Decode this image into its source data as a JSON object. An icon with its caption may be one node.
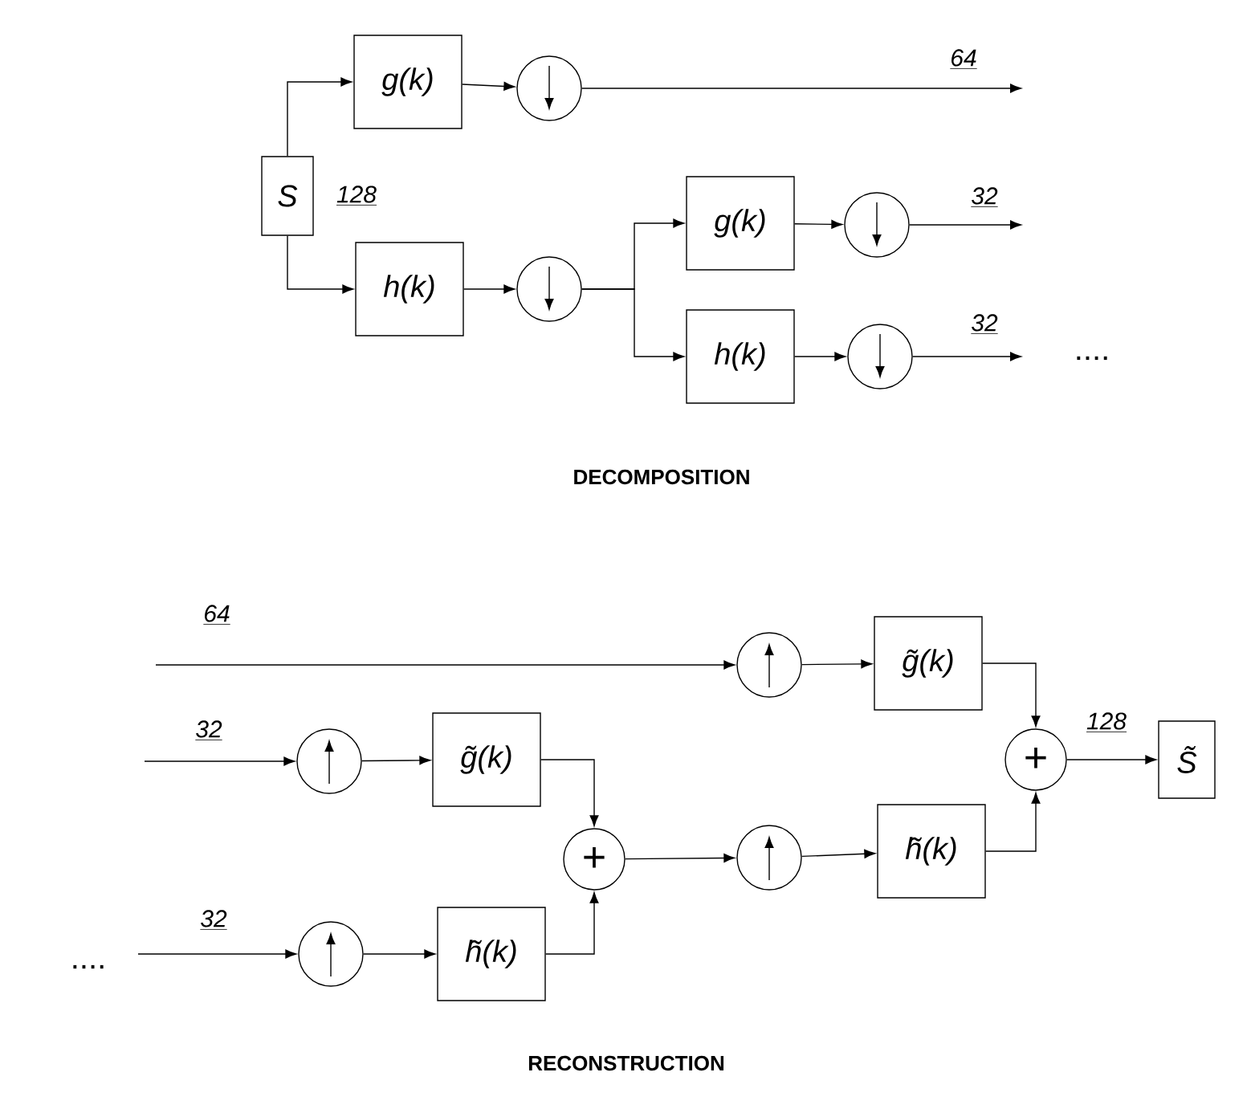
{
  "diagram": {
    "nodes": [
      {
        "text": [
          "S"
        ],
        "beside": [
          "128"
        ]
      },
      {
        "text": [
          "g(k)"
        ]
      },
      {
        "text": [],
        "shape": "circle"
      },
      {
        "text": [
          "h(k)"
        ]
      },
      {
        "text": [],
        "shape": "circle"
      },
      {
        "text": [
          "g(k)"
        ]
      },
      {
        "text": [],
        "shape": "circle"
      },
      {
        "text": [
          "h(k)"
        ]
      },
      {
        "text": [],
        "shape": "circle"
      },
      {
        "text": [],
        "shape": "circle"
      },
      {
        "text": [
          "g̃(k)"
        ]
      },
      {
        "text": [],
        "shape": "circle"
      },
      {
        "text": [
          "g̃(k)"
        ]
      },
      {
        "text": [],
        "shape": "circle"
      },
      {
        "text": [
          "h̃(k)"
        ]
      },
      {
        "text": [
          "+"
        ]
      },
      {
        "text": [],
        "shape": "circle"
      },
      {
        "text": [
          "h̃(k)"
        ]
      },
      {
        "text": [
          "+"
        ]
      },
      {
        "text": [
          "S̃"
        ]
      }
    ],
    "edges": [
      {
        "from": 0,
        "to": 1,
        "arrow": "to"
      },
      {
        "from": 0,
        "to": 3,
        "arrow": "to"
      },
      {
        "from": 1,
        "to": 2,
        "arrow": "to"
      },
      {
        "from": 3,
        "to": 4,
        "arrow": "to"
      },
      {
        "from": 2,
        "to": null,
        "arrow": "to",
        "label": "64"
      },
      {
        "from": 4,
        "to": 5,
        "arrow": "to"
      },
      {
        "from": 4,
        "to": 7,
        "arrow": "to"
      },
      {
        "from": 5,
        "to": 6,
        "arrow": "to"
      },
      {
        "from": 7,
        "to": 8,
        "arrow": "to"
      },
      {
        "from": 6,
        "to": null,
        "arrow": "to",
        "label": "32"
      },
      {
        "from": 8,
        "to": null,
        "arrow": "to",
        "label": "32"
      },
      {
        "from": null,
        "to": 9,
        "arrow": "to",
        "label": "64"
      },
      {
        "from": 9,
        "to": 10,
        "arrow": "to"
      },
      {
        "from": null,
        "to": 11,
        "arrow": "to",
        "label": "32"
      },
      {
        "from": 11,
        "to": 12,
        "arrow": "to"
      },
      {
        "from": null,
        "to": 13,
        "arrow": "to",
        "label": "32"
      },
      {
        "from": 13,
        "to": 14,
        "arrow": "to"
      },
      {
        "from": 12,
        "to": 15,
        "arrow": "to"
      },
      {
        "from": 14,
        "to": 15,
        "arrow": "to"
      },
      {
        "from": 15,
        "to": 16,
        "arrow": "to"
      },
      {
        "from": 16,
        "to": 17,
        "arrow": "to"
      },
      {
        "from": 10,
        "to": 18,
        "arrow": "to"
      },
      {
        "from": 17,
        "to": 18,
        "arrow": "to"
      },
      {
        "from": 18,
        "to": 19,
        "arrow": "to",
        "label": "128"
      }
    ],
    "labels": [
      "....",
      "DECOMPOSITION",
      "....",
      "RECONSTRUCTION"
    ]
  }
}
